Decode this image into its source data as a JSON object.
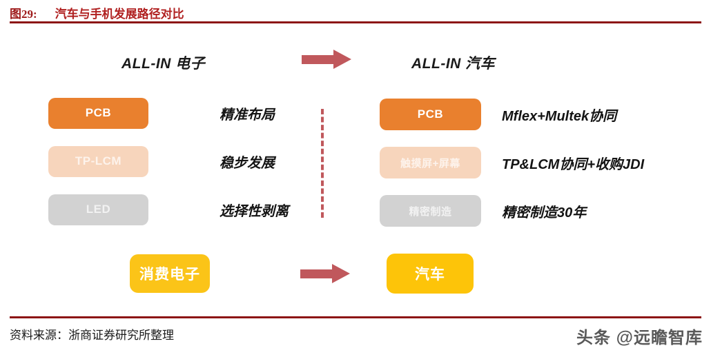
{
  "header": {
    "figure_number": "图29:",
    "title": "汽车与手机发展路径对比",
    "rule_color": "#8C1212",
    "title_color": "#B02020"
  },
  "columns": {
    "left_heading": "ALL-IN 电子",
    "right_heading": "ALL-IN 汽车"
  },
  "arrows": {
    "top": "arrow-right-icon",
    "bottom": "arrow-right-icon",
    "color": "#C0585C"
  },
  "divider": {
    "style": "vertical-dashed",
    "color": "#C0585C"
  },
  "left_rows": [
    {
      "chip": "PCB",
      "chip_color": "#E9802E",
      "chip_text_color": "#FFFFFF",
      "label": "精准布局"
    },
    {
      "chip": "TP-LCM",
      "chip_color": "#F7D5BC",
      "chip_text_color": "#FDF3EC",
      "label": "稳步发展"
    },
    {
      "chip": "LED",
      "chip_color": "#D2D2D2",
      "chip_text_color": "#F2F2F2",
      "label": "选择性剥离"
    }
  ],
  "right_rows": [
    {
      "chip": "PCB",
      "chip_color": "#E9802E",
      "chip_text_color": "#FFFFFF",
      "label": "Mflex+Multek协同"
    },
    {
      "chip": "触摸屏+屏幕",
      "chip_color": "#F7D5BC",
      "chip_text_color": "#FDF3EC",
      "label": "TP&LCM协同+收购JDI"
    },
    {
      "chip": "精密制造",
      "chip_color": "#D2D2D2",
      "chip_text_color": "#F2F2F2",
      "label": "精密制造30年"
    }
  ],
  "bottom": {
    "left_box": {
      "label": "消费电子",
      "color": "#FBC418"
    },
    "right_box": {
      "label": "汽车",
      "color": "#FDC409"
    }
  },
  "footer": {
    "source": "资料来源：浙商证券研究所整理",
    "watermark_prefix": "头条",
    "watermark_at": "@",
    "watermark_name": "远瞻智库"
  }
}
